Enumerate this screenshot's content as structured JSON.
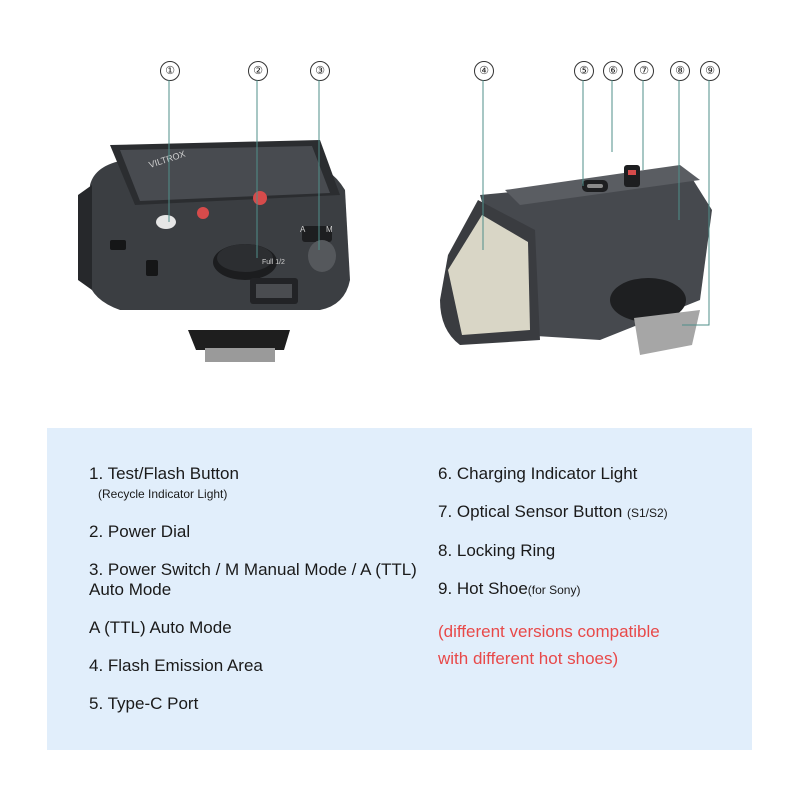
{
  "callouts": [
    "①",
    "②",
    "③",
    "④",
    "⑤",
    "⑥",
    "⑦",
    "⑧",
    "⑨"
  ],
  "product": {
    "brand": "VILTROX",
    "dial_label": "Full 1/2",
    "switch_labels": [
      "A",
      "M"
    ]
  },
  "legend": {
    "left": [
      {
        "main": "1. Test/Flash Button",
        "sub": "(Recycle Indicator Light)"
      },
      {
        "main": "2. Power Dial"
      },
      {
        "main": "3. Power Switch / M Manual Mode / A (TTL) Auto Mode"
      },
      {
        "main": "A (TTL) Auto Mode"
      },
      {
        "main": "4. Flash Emission Area"
      },
      {
        "main": "5. Type-C Port"
      }
    ],
    "right": [
      {
        "main": "6. Charging Indicator Light"
      },
      {
        "main": "7. Optical Sensor Button ",
        "small": "(S1/S2)"
      },
      {
        "main": "8. Locking Ring"
      },
      {
        "main": "9. Hot Shoe",
        "small": "(for Sony)"
      }
    ],
    "note_line1": "(different versions compatible",
    "note_line2": "with different hot shoes)"
  },
  "colors": {
    "panel_bg": "#e1eefb",
    "note": "#e84949",
    "leader": "#4f8f8a"
  }
}
